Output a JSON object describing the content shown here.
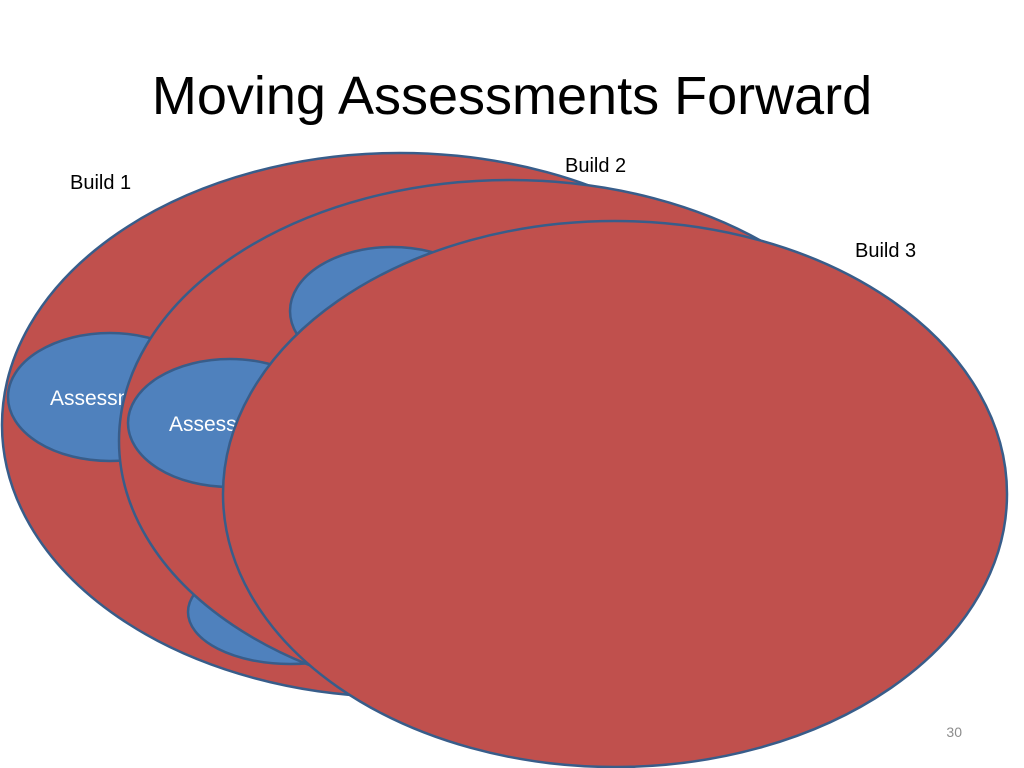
{
  "slide": {
    "title": "Moving Assessments Forward",
    "slide_number": "30"
  },
  "builds": [
    {
      "label": "Build 1",
      "color": "#c0504d",
      "assessment_label": "Assessment"
    },
    {
      "label": "Build 2",
      "color": "#c0504d",
      "assessment_label": "Assessment"
    },
    {
      "label": "Build 3",
      "color": "#c0504d"
    }
  ],
  "colors": {
    "build_fill": "#c0504d",
    "assessment_fill": "#4f81bd",
    "outline": "#385d8a",
    "assessment_text": "#ffffff"
  }
}
